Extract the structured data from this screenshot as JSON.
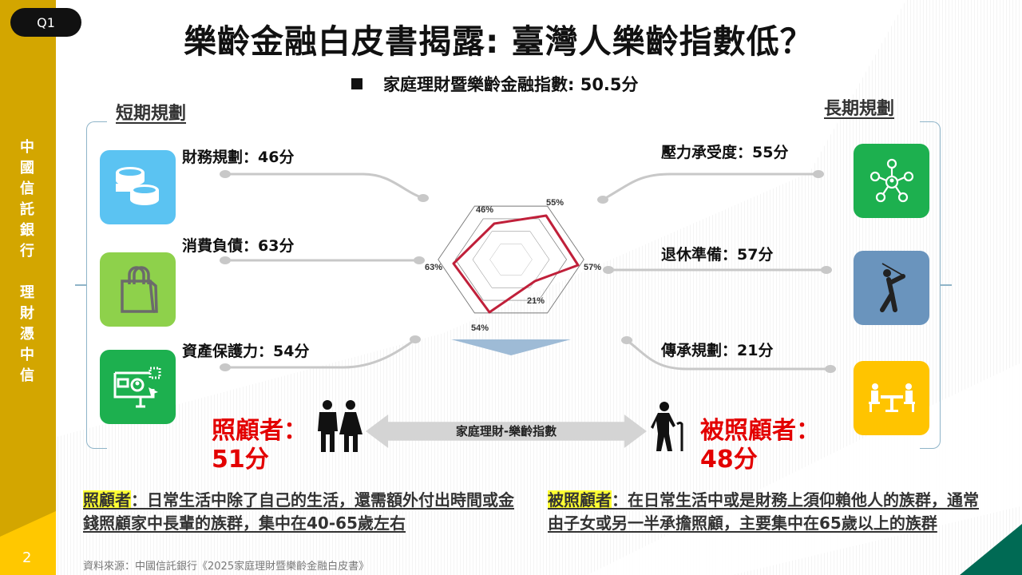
{
  "slide": {
    "badge": "Q1",
    "page_number": "2",
    "brand_vertical": [
      "中",
      "國",
      "信",
      "託",
      "銀",
      "行",
      "",
      "理",
      "財",
      "憑",
      "中",
      "信"
    ],
    "title": "樂齡金融白皮書揭露: 臺灣人樂齡指數低？",
    "subtitle": "家庭理財暨樂齡金融指數: 50.5分",
    "colors": {
      "sidebar": "#d3a600",
      "sidebar_accent": "#ffc800",
      "corner": "#006a54",
      "radar_line": "#c0203a",
      "highlight": "#ffff33",
      "score_red": "#e30000"
    }
  },
  "short_term": {
    "heading": "短期規劃",
    "items": [
      {
        "label": "財務規劃：46分",
        "icon": "coins-icon",
        "color": "#5bc3f2"
      },
      {
        "label": "消費負債：63分",
        "icon": "shopping-bag-icon",
        "color": "#8ed14b"
      },
      {
        "label": "資產保護力：54分",
        "icon": "computer-user-icon",
        "color": "#1db04f"
      }
    ]
  },
  "long_term": {
    "heading": "長期規劃",
    "items": [
      {
        "label": "壓力承受度：55分",
        "icon": "social-network-icon",
        "color": "#1db04f"
      },
      {
        "label": "退休準備：57分",
        "icon": "golfer-icon",
        "color": "#6a94bd"
      },
      {
        "label": "傳承規劃：21分",
        "icon": "meeting-table-icon",
        "color": "#ffc400"
      }
    ]
  },
  "chart_data": {
    "type": "radar",
    "title": "家庭理財暨樂齡金融指數",
    "categories": [
      "財務規劃",
      "壓力承受度",
      "退休準備",
      "傳承規劃",
      "資產保護力",
      "消費負債"
    ],
    "values": [
      46,
      55,
      57,
      21,
      54,
      63
    ],
    "value_labels": [
      "46%",
      "55%",
      "57%",
      "21%",
      "54%",
      "63%"
    ],
    "rings": 4,
    "range": [
      0,
      70
    ],
    "overall": 50.5
  },
  "comparison": {
    "caregiver": {
      "label": "照顧者：",
      "score": "51分",
      "icon": "couple-icon"
    },
    "arrow_label": "家庭理財-樂齡指數",
    "cared": {
      "label": "被照顧者：",
      "score": "48分",
      "icon": "elderly-cane-icon"
    }
  },
  "definitions": {
    "caregiver": {
      "term": "照顧者",
      "text": "：日常生活中除了自己的生活，還需額外付出時間或金錢照顧家中長輩的族群，集中在40-65歲左右"
    },
    "cared": {
      "term": "被照顧者",
      "text": "：在日常生活中或是財務上須仰賴他人的族群，通常由子女或另一半承擔照顧，主要集中在65歲以上的族群"
    }
  },
  "source": "資料來源：中國信託銀行《2025家庭理財暨樂齡金融白皮書》"
}
